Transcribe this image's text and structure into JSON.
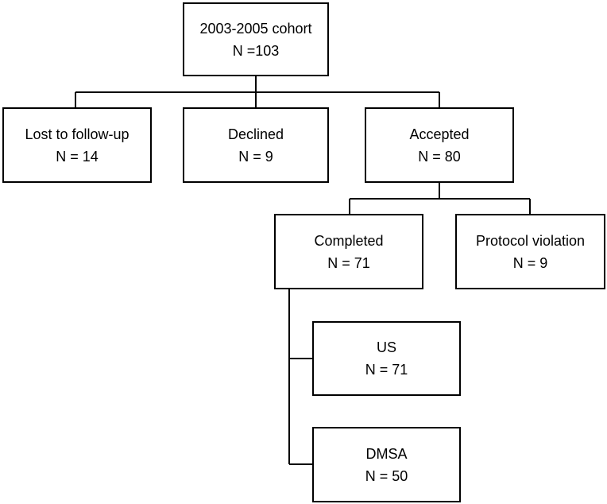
{
  "diagram": {
    "nodes": {
      "cohort": {
        "title": "2003-2005 cohort",
        "count": "N =103"
      },
      "lost": {
        "title": "Lost to follow-up",
        "count": "N = 14"
      },
      "declined": {
        "title": "Declined",
        "count": "N = 9"
      },
      "accepted": {
        "title": "Accepted",
        "count": "N = 80"
      },
      "completed": {
        "title": "Completed",
        "count": "N = 71"
      },
      "protocol": {
        "title": "Protocol violation",
        "count": "N = 9"
      },
      "us": {
        "title": "US",
        "count": "N = 71"
      },
      "dmsa": {
        "title": "DMSA",
        "count": "N = 50"
      }
    },
    "edges": [
      {
        "from": "cohort",
        "to": "lost"
      },
      {
        "from": "cohort",
        "to": "declined"
      },
      {
        "from": "cohort",
        "to": "accepted"
      },
      {
        "from": "accepted",
        "to": "completed"
      },
      {
        "from": "accepted",
        "to": "protocol"
      },
      {
        "from": "completed",
        "to": "us"
      },
      {
        "from": "completed",
        "to": "dmsa"
      }
    ]
  }
}
